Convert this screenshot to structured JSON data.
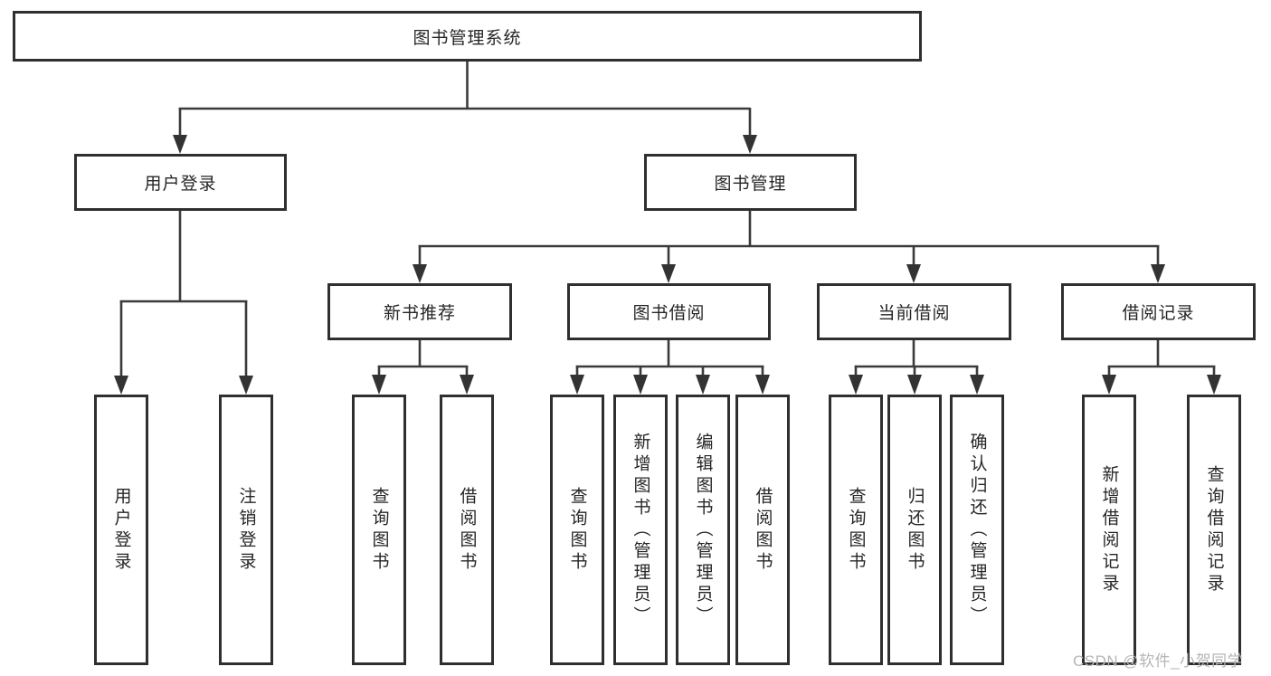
{
  "tree": {
    "root": {
      "label": "图书管理系统"
    },
    "branches": [
      {
        "label": "用户登录",
        "children": [
          {
            "label": "用户登录"
          },
          {
            "label": "注销登录"
          }
        ]
      },
      {
        "label": "图书管理",
        "children": [
          {
            "label": "新书推荐",
            "children": [
              {
                "label": "查询图书"
              },
              {
                "label": "借阅图书"
              }
            ]
          },
          {
            "label": "图书借阅",
            "children": [
              {
                "label": "查询图书"
              },
              {
                "label": "新增图书（管理员）"
              },
              {
                "label": "编辑图书（管理员）"
              },
              {
                "label": "借阅图书"
              }
            ]
          },
          {
            "label": "当前借阅",
            "children": [
              {
                "label": "查询图书"
              },
              {
                "label": "归还图书"
              },
              {
                "label": "确认归还（管理员）"
              }
            ]
          },
          {
            "label": "借阅记录",
            "children": [
              {
                "label": "新增借阅记录"
              },
              {
                "label": "查询借阅记录"
              }
            ]
          }
        ]
      }
    ]
  },
  "watermark": {
    "label": "CSDN @软件_小贺同学"
  },
  "colors": {
    "box_border": "#2f2f2f",
    "connector_line": "#3a3a3a",
    "arrowhead": "#333333",
    "text": "#262626",
    "watermark_text": "#b5b5b5",
    "background": "#ffffff"
  }
}
